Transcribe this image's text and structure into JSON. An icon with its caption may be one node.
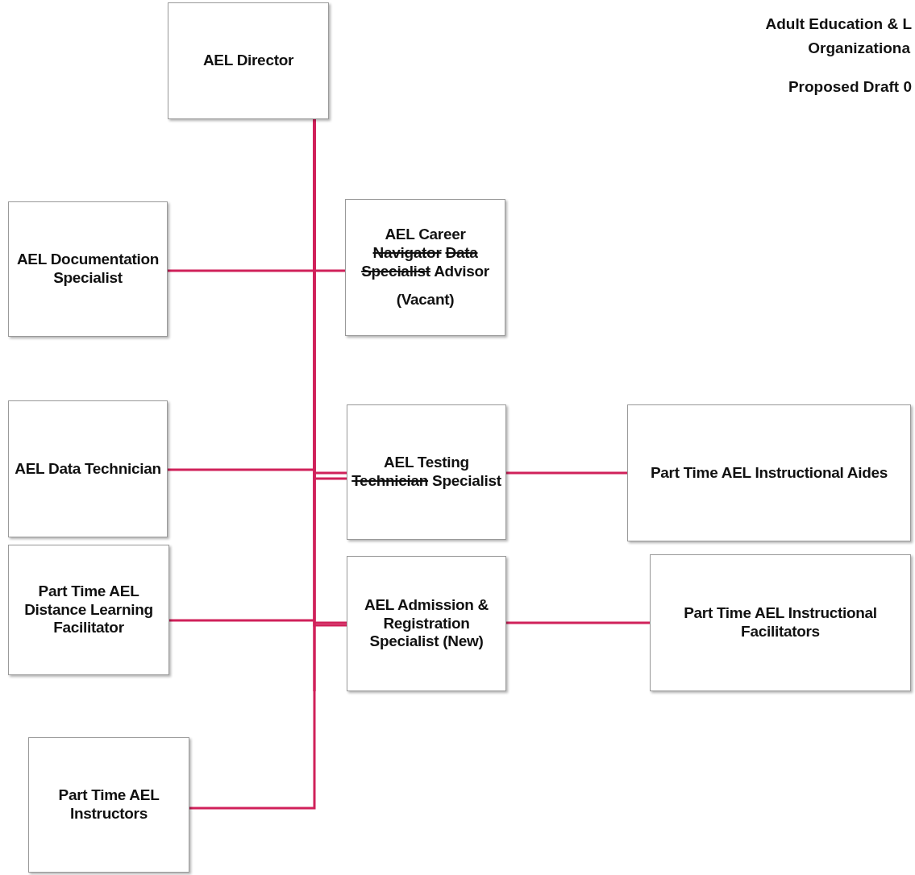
{
  "diagram": {
    "nodes": [
      {
        "text": [
          "AEL Director"
        ]
      },
      {
        "text": [
          "AEL Documentation Specialist"
        ]
      },
      {
        "text": [
          "AEL Career Navigator Data Specialist Advisor",
          "(Vacant)"
        ]
      },
      {
        "text": [
          "AEL Data Technician"
        ]
      },
      {
        "text": [
          "AEL Testing Technician Specialist"
        ]
      },
      {
        "text": [
          "Part Time AEL Instructional Aides"
        ]
      },
      {
        "text": [
          "Part Time AEL Distance Learning Facilitator"
        ]
      },
      {
        "text": [
          "AEL Admission & Registration Specialist (New)"
        ]
      },
      {
        "text": [
          "Part Time AEL Instructional Facilitators"
        ]
      },
      {
        "text": [
          "Part Time AEL Instructors"
        ]
      }
    ],
    "edges": [
      {
        "from": 0,
        "to": 1,
        "arrow": "none"
      },
      {
        "from": 0,
        "to": 2,
        "arrow": "none"
      },
      {
        "from": 0,
        "to": 3,
        "arrow": "none"
      },
      {
        "from": 0,
        "to": 4,
        "arrow": "none"
      },
      {
        "from": 0,
        "to": 6,
        "arrow": "none"
      },
      {
        "from": 0,
        "to": 7,
        "arrow": "none"
      },
      {
        "from": 0,
        "to": 9,
        "arrow": "none"
      },
      {
        "from": 4,
        "to": 5,
        "arrow": "none"
      },
      {
        "from": 7,
        "to": 8,
        "arrow": "none"
      }
    ],
    "labels": [
      "Adult Education & L",
      "Organizationa",
      "Proposed Draft 0"
    ]
  }
}
